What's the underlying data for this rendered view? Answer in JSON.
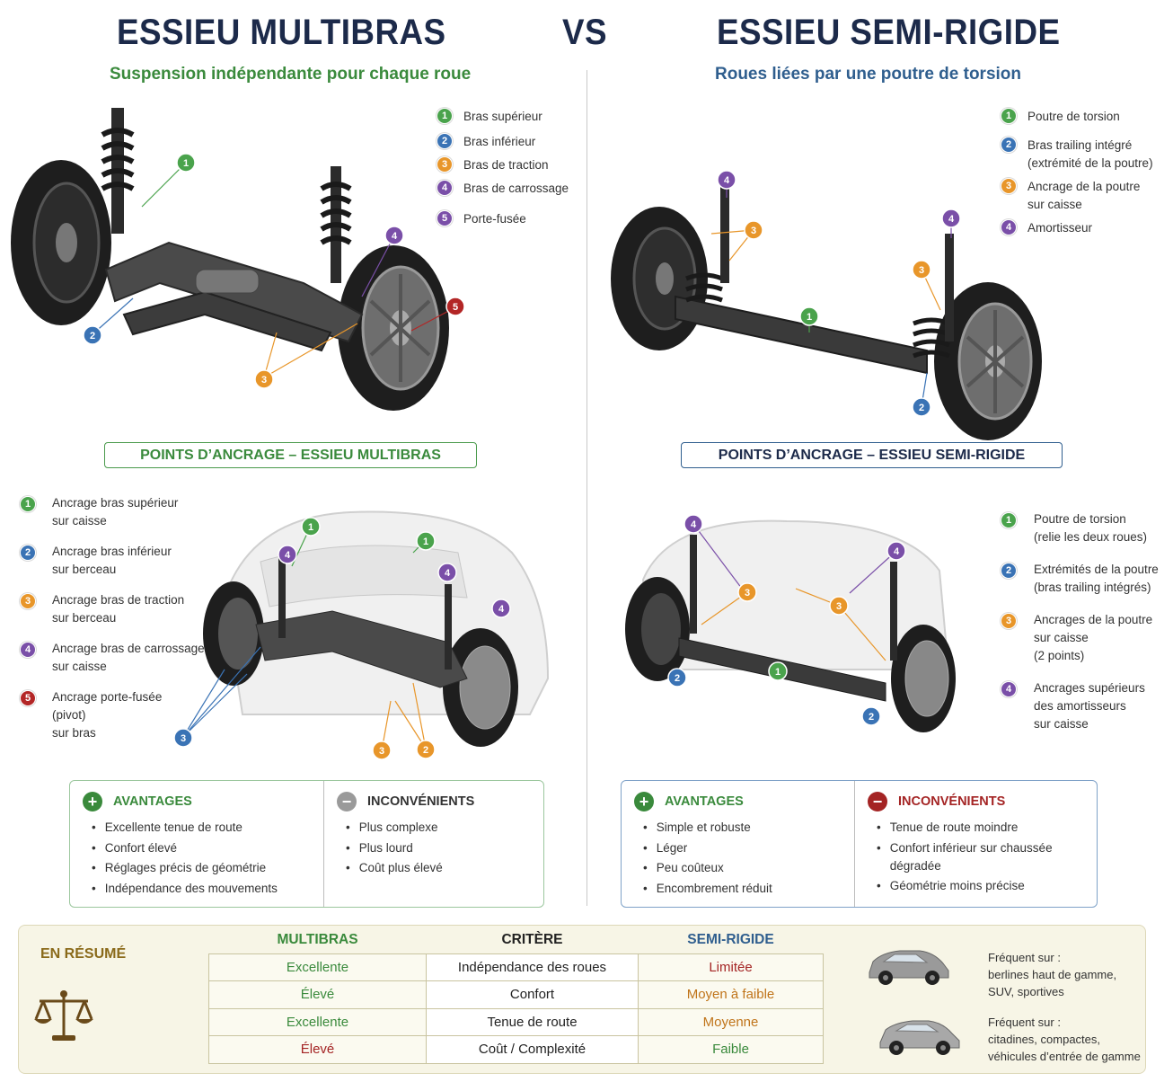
{
  "header": {
    "left_title": "ESSIEU MULTIBRAS",
    "vs": "VS",
    "right_title": "ESSIEU SEMI-RIGIDE",
    "left_subtitle": "Suspension indépendante pour chaque roue",
    "right_subtitle": "Roues liées par une poutre de torsion"
  },
  "multilink_legend": [
    {
      "num": "1",
      "label": "Bras supérieur"
    },
    {
      "num": "2",
      "label": "Bras inférieur"
    },
    {
      "num": "3",
      "label": "Bras de traction"
    },
    {
      "num": "4",
      "label": "Bras de carrossage"
    },
    {
      "num": "5",
      "label": "Porte-fusée"
    }
  ],
  "semirigid_legend": [
    {
      "num": "1",
      "label": "Poutre de torsion"
    },
    {
      "num": "2",
      "label": "Bras trailing intégré",
      "label2": "(extrémité de la poutre)"
    },
    {
      "num": "3",
      "label": "Ancrage de la poutre",
      "label2": "sur caisse"
    },
    {
      "num": "4",
      "label": "Amortisseur"
    }
  ],
  "anchor_headers": {
    "left": "POINTS D’ANCRAGE – ESSIEU MULTIBRAS",
    "right": "POINTS D’ANCRAGE – ESSIEU SEMI-RIGIDE"
  },
  "multilink_anchors": [
    {
      "num": "1",
      "l1": "Ancrage bras supérieur",
      "l2": "sur caisse"
    },
    {
      "num": "2",
      "l1": "Ancrage bras inférieur",
      "l2": "sur berceau"
    },
    {
      "num": "3",
      "l1": "Ancrage bras de traction",
      "l2": "sur berceau"
    },
    {
      "num": "4",
      "l1": "Ancrage bras de carrossage",
      "l2": "sur caisse"
    },
    {
      "num": "5",
      "l1": "Ancrage porte-fusée",
      "l2": "(pivot)",
      "l3": "sur bras"
    }
  ],
  "semirigid_anchors": [
    {
      "num": "1",
      "l1": "Poutre de torsion",
      "l2": "(relie les deux roues)"
    },
    {
      "num": "2",
      "l1": "Extrémités de la poutre",
      "l2": "(bras trailing intégrés)"
    },
    {
      "num": "3",
      "l1": "Ancrages de la poutre",
      "l2": "sur caisse",
      "l3": "(2 points)"
    },
    {
      "num": "4",
      "l1": "Ancrages supérieurs",
      "l2": "des amortisseurs",
      "l3": "sur caisse"
    }
  ],
  "multilink_proscons": {
    "pros_title": "AVANTAGES",
    "pros": [
      "Excellente tenue de route",
      "Confort élevé",
      "Réglages précis de géométrie",
      "Indépendance des mouvements"
    ],
    "cons_title": "INCONVÉNIENTS",
    "cons": [
      "Plus complexe",
      "Plus lourd",
      "Coût plus élevé"
    ]
  },
  "semirigid_proscons": {
    "pros_title": "AVANTAGES",
    "pros": [
      "Simple et robuste",
      "Léger",
      "Peu coûteux",
      "Encombrement réduit"
    ],
    "cons_title": "INCONVÉNIENTS",
    "cons": [
      "Tenue de route moindre",
      "Confort inférieur sur chaussée dégradée",
      "Géométrie moins précise"
    ]
  },
  "summary": {
    "title": "EN RÉSUMÉ",
    "col_left": "MULTIBRAS",
    "col_mid": "CRITÈRE",
    "col_right": "SEMI-RIGIDE",
    "rows": [
      {
        "left": "Excellente",
        "crit": "Indépendance des roues",
        "right": "Limitée"
      },
      {
        "left": "Élevé",
        "crit": "Confort",
        "right": "Moyen à faible"
      },
      {
        "left": "Excellente",
        "crit": "Tenue de route",
        "right": "Moyenne"
      },
      {
        "left": "Élevé",
        "crit": "Coût / Complexité",
        "right": "Faible"
      }
    ],
    "car1": {
      "l1": "Fréquent sur :",
      "l2": "berlines haut de gamme,",
      "l3": "SUV, sportives"
    },
    "car2": {
      "l1": "Fréquent sur :",
      "l2": "citadines, compactes,",
      "l3": "véhicules d’entrée de gamme"
    }
  },
  "colors": {
    "green": "#3a8a3c",
    "blue": "#2f5e8e",
    "orange": "#e8962a",
    "purple": "#7a4fa8",
    "red": "#b32626",
    "good": "#3a8a3c",
    "mid": "#c0741a",
    "bad": "#a42424"
  }
}
